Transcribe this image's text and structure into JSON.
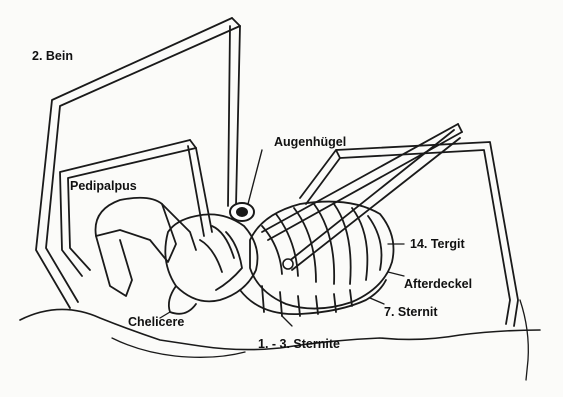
{
  "figure": {
    "labels": {
      "leg2": "2. Bein",
      "eye_tubercle": "Augenhügel",
      "pedipalp": "Pedipalpus",
      "tergite14": "14. Tergit",
      "anal_operculum": "Afterdeckel",
      "sternite7": "7. Sternit",
      "chelicera": "Chelicere",
      "sternites1_3": "1. - 3. Sternite"
    }
  }
}
